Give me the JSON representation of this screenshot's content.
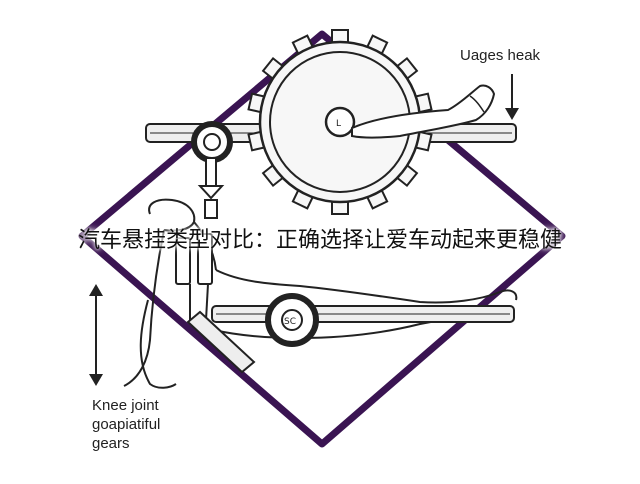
{
  "labels": {
    "top_right": "Uages heak",
    "bottom_left_line1": "Knee joint",
    "bottom_left_line2": "goapiatiful",
    "bottom_left_line3": "gears"
  },
  "headline": "汽车悬挂类型对比：正确选择让爱车动起来更稳健",
  "gear_marks": {
    "top_gear_center": "L",
    "bottom_gear_center": "SC"
  },
  "colors": {
    "frame": "#3a1452",
    "ink": "#222222",
    "gear_fill": "#f7f7f7",
    "bar_fill": "#eeeeee"
  }
}
